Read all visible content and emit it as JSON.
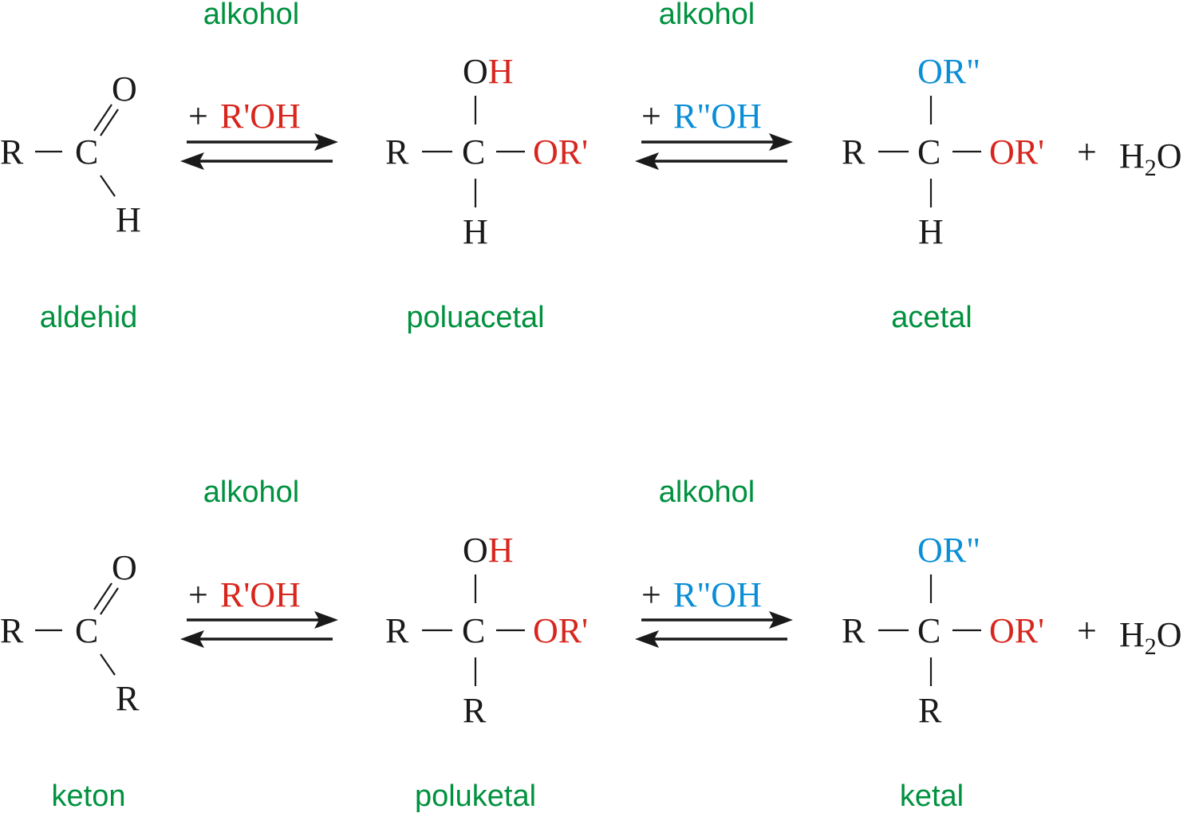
{
  "colors": {
    "black": "#1a1a1a",
    "red": "#d7261e",
    "blue": "#0a8ed6",
    "green": "#00913f"
  },
  "rows": [
    {
      "reactant": {
        "r": "R",
        "c": "C",
        "o": "O",
        "sub": "H",
        "label": "aldehid"
      },
      "step1": {
        "reagent_label": "alkohol",
        "plus": "+",
        "reagent": "R'OH"
      },
      "intermediate": {
        "o": "O",
        "h": "H",
        "r": "R",
        "c": "C",
        "or": "OR'",
        "bottom": "H",
        "label": "poluacetal"
      },
      "step2": {
        "reagent_label": "alkohol",
        "plus": "+",
        "reagent": "R\"OH"
      },
      "product": {
        "top": "OR\"",
        "r": "R",
        "c": "C",
        "or": "OR'",
        "bottom": "H",
        "label": "acetal"
      },
      "byproduct": {
        "plus": "+",
        "h": "H",
        "sub": "2",
        "o": "O"
      }
    },
    {
      "reactant": {
        "r": "R",
        "c": "C",
        "o": "O",
        "sub": "R",
        "label": "keton"
      },
      "step1": {
        "reagent_label": "alkohol",
        "plus": "+",
        "reagent": "R'OH"
      },
      "intermediate": {
        "o": "O",
        "h": "H",
        "r": "R",
        "c": "C",
        "or": "OR'",
        "bottom": "R",
        "label": "poluketal"
      },
      "step2": {
        "reagent_label": "alkohol",
        "plus": "+",
        "reagent": "R\"OH"
      },
      "product": {
        "top": "OR\"",
        "r": "R",
        "c": "C",
        "or": "OR'",
        "bottom": "R",
        "label": "ketal"
      },
      "byproduct": {
        "plus": "+",
        "h": "H",
        "sub": "2",
        "o": "O"
      }
    }
  ]
}
